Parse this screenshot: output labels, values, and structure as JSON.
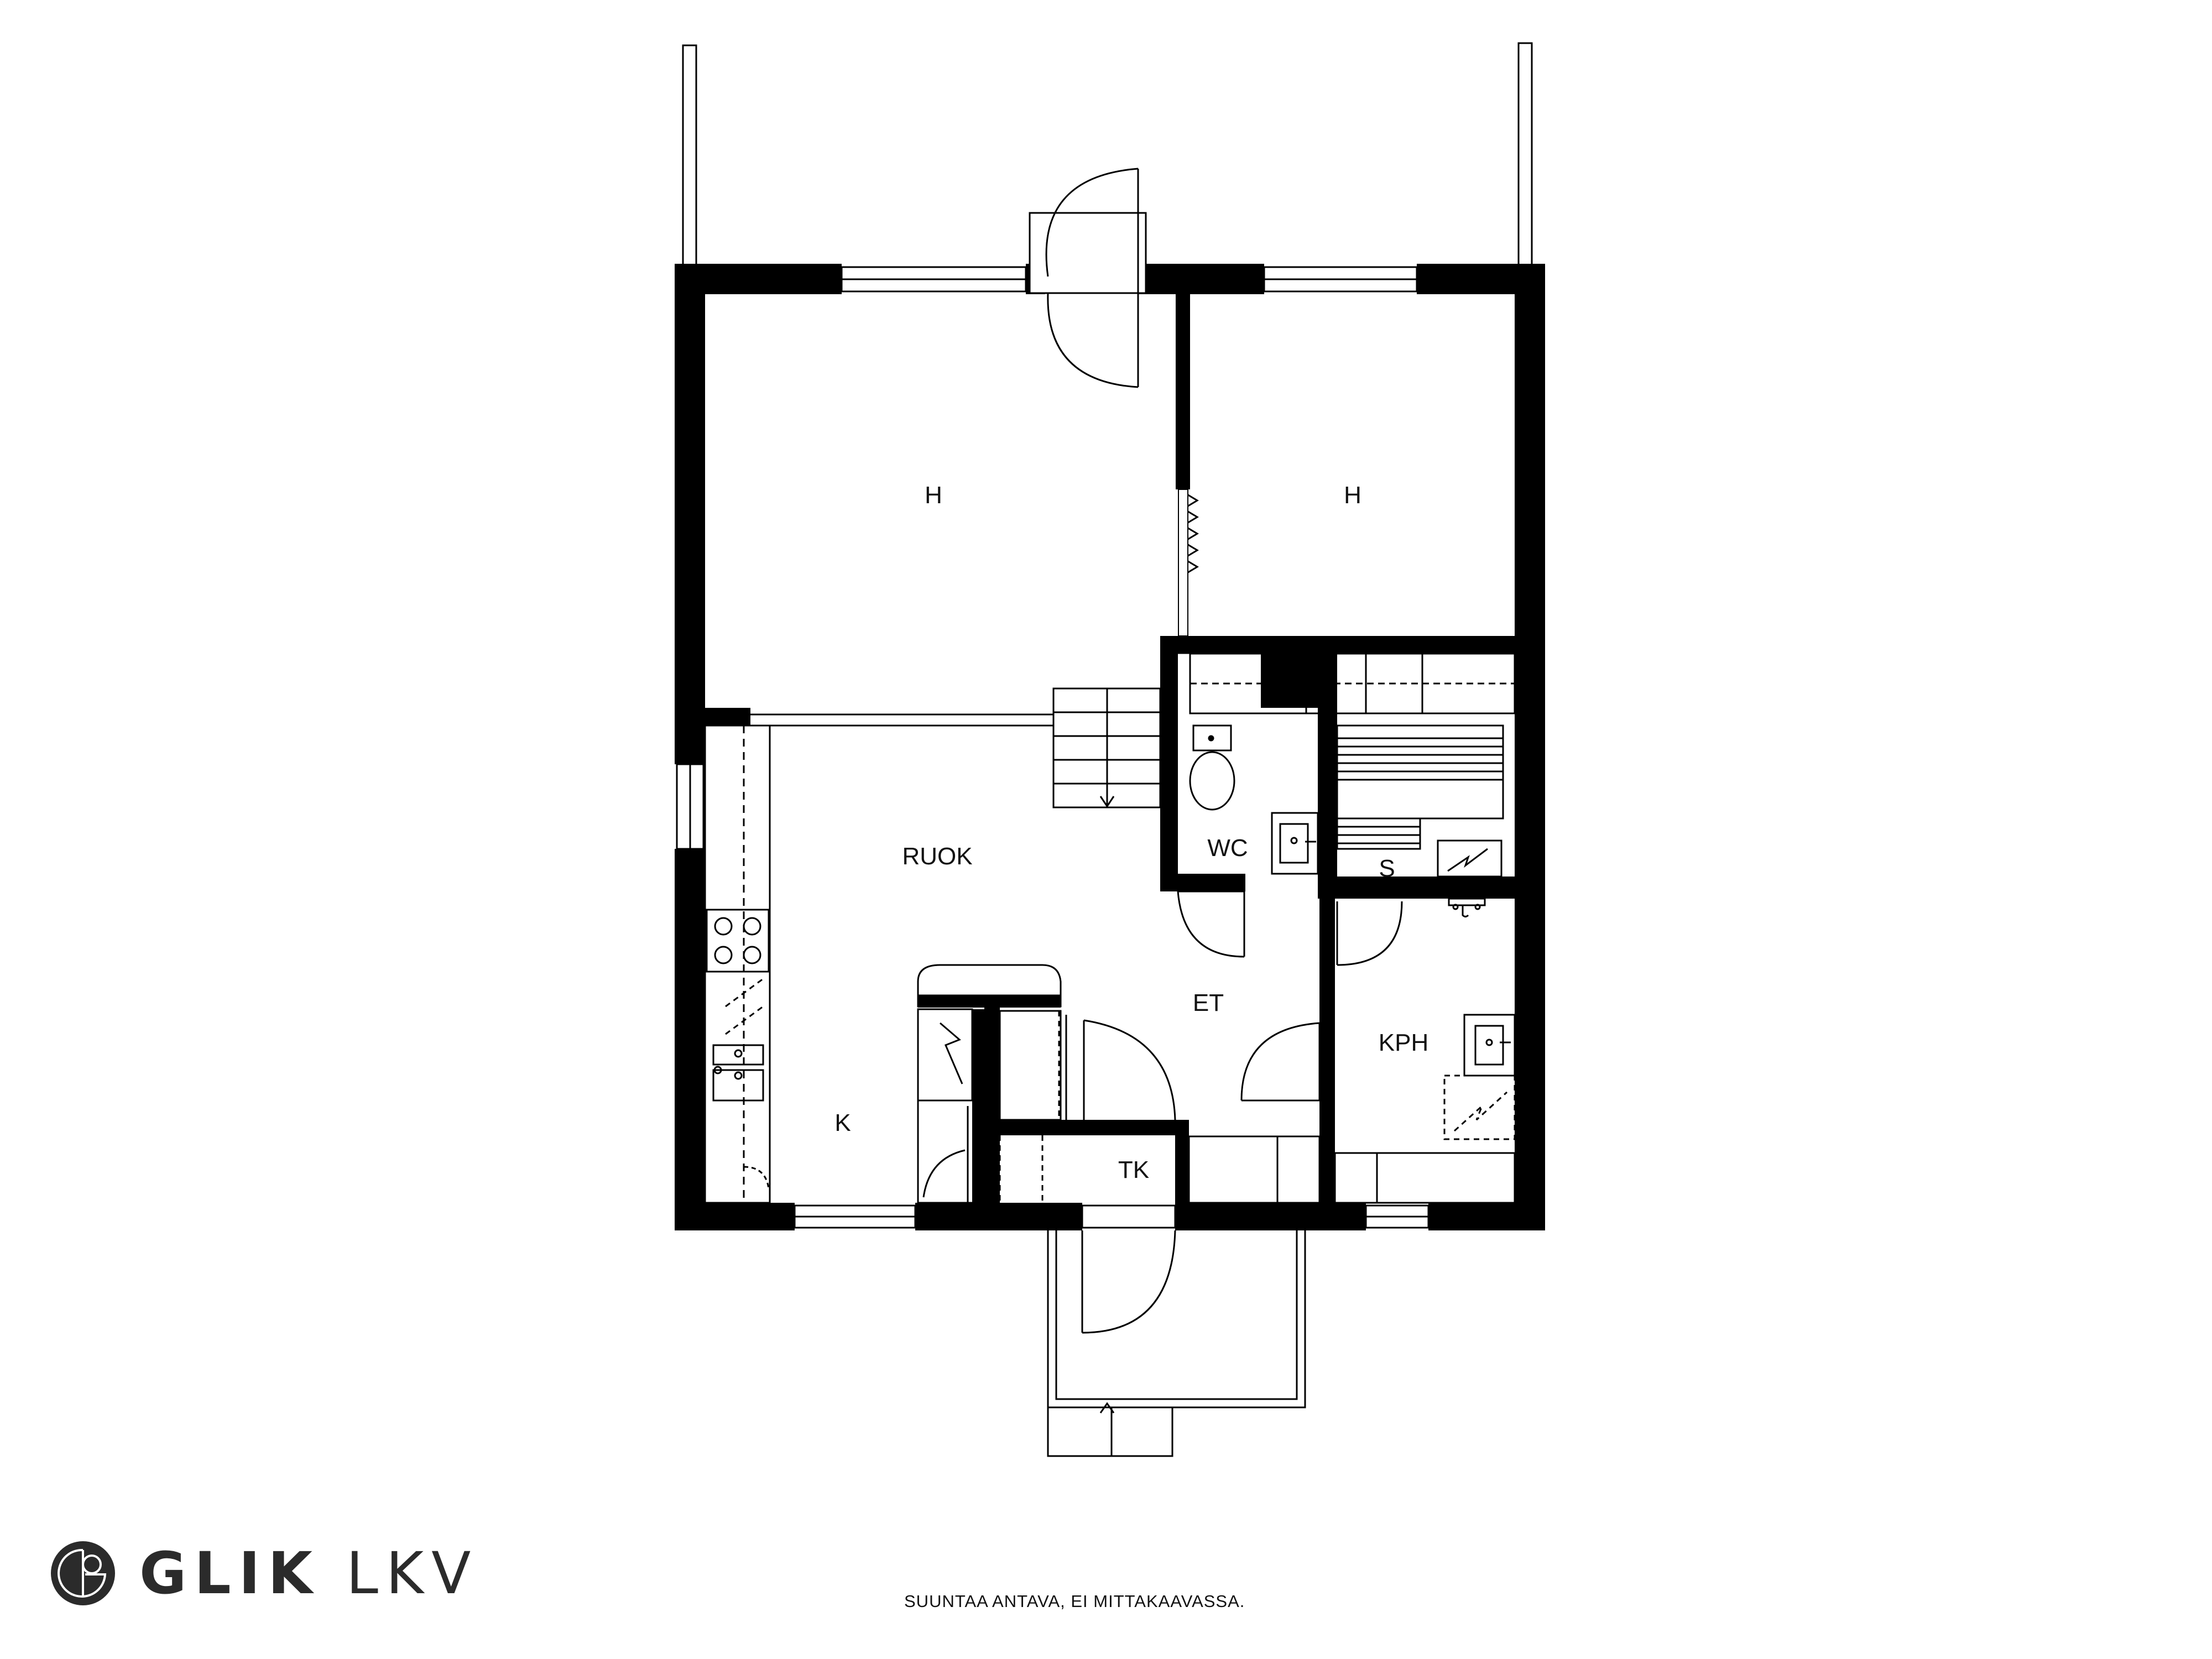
{
  "rooms": {
    "bedroom1": "H",
    "bedroom2": "H",
    "dining": "RUOK",
    "kitchen": "K",
    "wc": "WC",
    "sauna": "S",
    "entry": "ET",
    "bathroom": "KPH",
    "utility": "TK"
  },
  "brand": {
    "logo_icon": "glik-monogram-icon",
    "name_bold": "GLIK",
    "name_light": "LKV"
  },
  "footer": {
    "note": "SUUNTAA ANTAVA, EI MITTAKAAVASSA."
  },
  "colors": {
    "wall": "#000000",
    "line": "#000000",
    "background": "#ffffff",
    "brand": "#2b2b2b"
  }
}
